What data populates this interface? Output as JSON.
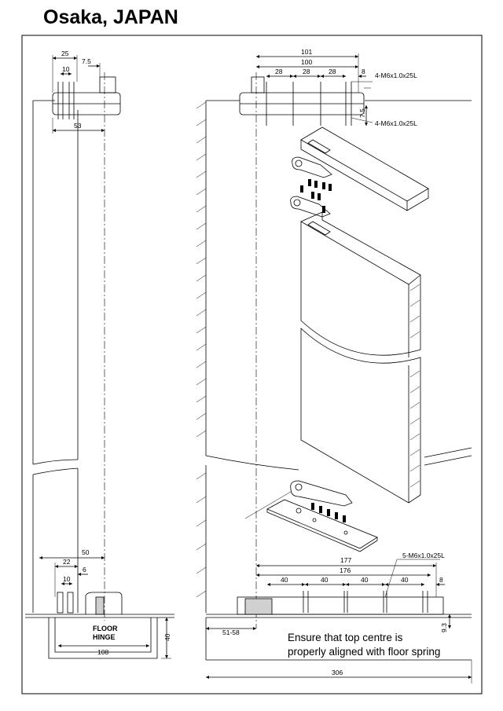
{
  "title": "Osaka, JAPAN",
  "left_view": {
    "top_dims": {
      "d25": "25",
      "d10": "10",
      "d7_5": "7.5",
      "d53": "53"
    },
    "bottom_dims": {
      "d50": "50",
      "d22": "22",
      "d6": "6",
      "d10": "10",
      "d108": "108",
      "d40": "40"
    },
    "floor_hinge_label": [
      "FLOOR",
      "HINGE"
    ]
  },
  "right_view": {
    "top_dims": {
      "d101": "101",
      "d100": "100",
      "d28a": "28",
      "d28b": "28",
      "d28c": "28",
      "d8": "8",
      "d7_5": "7.5"
    },
    "top_screw_labels": [
      "4-M6x1.0x25L",
      "4-M6x1.0x25L"
    ],
    "bottom_dims": {
      "d177": "177",
      "d176": "176",
      "d40a": "40",
      "d40b": "40",
      "d40c": "40",
      "d40d": "40",
      "d8": "8",
      "d9_3": "9.3",
      "d51_58": "51-58",
      "d306": "306"
    },
    "bottom_screw_label": "5-M6x1.0x25L",
    "note_lines": [
      "Ensure that top centre is",
      "properly aligned with floor spring"
    ]
  }
}
